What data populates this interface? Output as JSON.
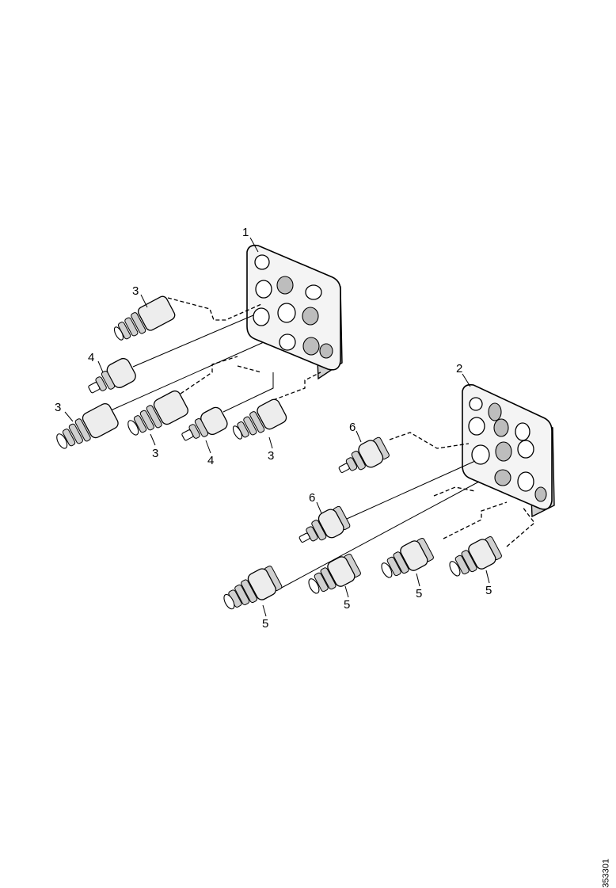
{
  "figure": {
    "reference_code": "353301",
    "plates": [
      {
        "id": "plate-1",
        "callout": "1"
      },
      {
        "id": "plate-2",
        "callout": "2"
      }
    ],
    "connectors_group_1": [
      {
        "callout": "3"
      },
      {
        "callout": "4"
      },
      {
        "callout": "3"
      },
      {
        "callout": "3"
      },
      {
        "callout": "4"
      },
      {
        "callout": "3"
      }
    ],
    "connectors_group_2": [
      {
        "callout": "6"
      },
      {
        "callout": "6"
      },
      {
        "callout": "5"
      },
      {
        "callout": "5"
      },
      {
        "callout": "5"
      },
      {
        "callout": "5"
      }
    ]
  },
  "colors": {
    "line": "#000000",
    "shade": "#cfcfcf",
    "background": "#ffffff"
  }
}
